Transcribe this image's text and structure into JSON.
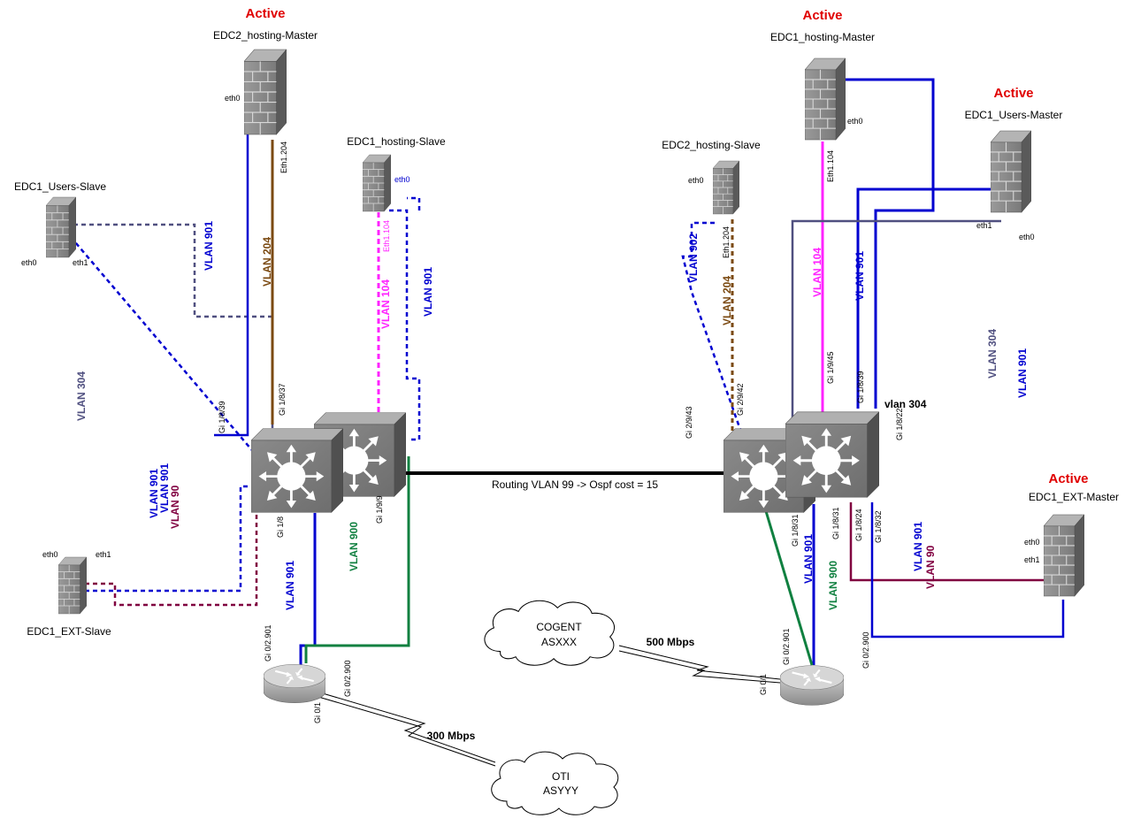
{
  "colors": {
    "vlan901": "#0000d0",
    "vlan204": "#7b4a12",
    "vlan104": "#ff22ff",
    "vlan304": "#505080",
    "vlan900": "#108040",
    "vlan90": "#800040",
    "routing": "#000000",
    "active": "#e00000"
  },
  "devices": {
    "edc2_hosting_master": {
      "title": "EDC2_hosting-Master",
      "status": "Active",
      "eth0": "eth0",
      "port": "Eth1.204"
    },
    "edc1_hosting_slave": {
      "title": "EDC1_hosting-Slave",
      "eth0": "eth0",
      "port": "Eth1.104"
    },
    "edc1_users_slave": {
      "title": "EDC1_Users-Slave",
      "eth0": "eth0",
      "eth1": "eth1"
    },
    "edc1_ext_slave": {
      "title": "EDC1_EXT-Slave",
      "eth0": "eth0",
      "eth1": "eth1"
    },
    "edc2_hosting_slave": {
      "title": "EDC2_hosting-Slave",
      "eth0": "eth0",
      "port": "Eth1.204"
    },
    "edc1_hosting_master": {
      "title": "EDC1_hosting-Master",
      "status": "Active",
      "eth0": "eth0",
      "port": "Eth1.104"
    },
    "edc1_users_master": {
      "title": "EDC1_Users-Master",
      "status": "Active",
      "eth0": "eth0",
      "eth1": "eth1"
    },
    "edc1_ext_master": {
      "title": "EDC1_EXT-Master",
      "status": "Active",
      "eth0": "eth0",
      "eth1": "eth1"
    }
  },
  "left_ports": {
    "gi_1_8_39": "Gi 1/8/39",
    "gi_1_8_37": "Gi 1/8/37",
    "gi_1_8": "Gi 1/8",
    "gi_1_9_9": "Gi 1/9/9",
    "gi_0_2_901": "Gi 0/2.901",
    "gi_0_2_900": "Gi 0/2.900",
    "gi_0_1": "Gi 0/1"
  },
  "right_ports": {
    "gi_2_9_43": "Gi 2/9/43",
    "gi_2_9_42": "Gi 2/9/42",
    "gi_1_9_45": "Gi 1/9/45",
    "gi_1_8_39": "Gi 1/8/39",
    "gi_1_8_22": "Gi 1/8/22",
    "gi_1_8_31a": "Gi 1/8/31",
    "gi_1_8_31b": "Gi 1/8/31",
    "gi_1_8_24": "Gi 1/8/24",
    "gi_1_8_32": "Gi 1/8/32",
    "gi_0_2_901": "Gi 0/2.901",
    "gi_0_2_900": "Gi 0/2.900",
    "gi_0_1": "Gi 0/1"
  },
  "vlan_labels": {
    "l_901_top": "VLAN 901",
    "l_204": "VLAN 204",
    "l_104": "VLAN 104",
    "l_901_slave": "VLAN 901",
    "l_304": "VLAN 304",
    "l_901_a": "VLAN 901",
    "l_901_b": "VLAN 901",
    "l_90": "VLAN 90",
    "l_901_bottom": "VLAN 901",
    "l_900": "VLAN 900",
    "r_902": "VLAN 902",
    "r_204": "VLAN 204",
    "r_104": "VLAN 104",
    "r_901_top": "VLAN 901",
    "r_304": "VLAN 304",
    "r_901_side": "VLAN 901",
    "r_vlan304": "vlan 304",
    "r_901_bottom": "VLAN 901",
    "r_900": "VLAN 900",
    "r_901_ext": "VLAN 901",
    "r_90": "VLAN 90"
  },
  "routing_label": "Routing VLAN 99 -> Ospf cost = 15",
  "clouds": {
    "cogent": {
      "line1": "COGENT",
      "line2": "ASXXX",
      "bandwidth": "500 Mbps"
    },
    "oti": {
      "line1": "OTI",
      "line2": "ASYYY",
      "bandwidth": "300 Mbps"
    }
  }
}
